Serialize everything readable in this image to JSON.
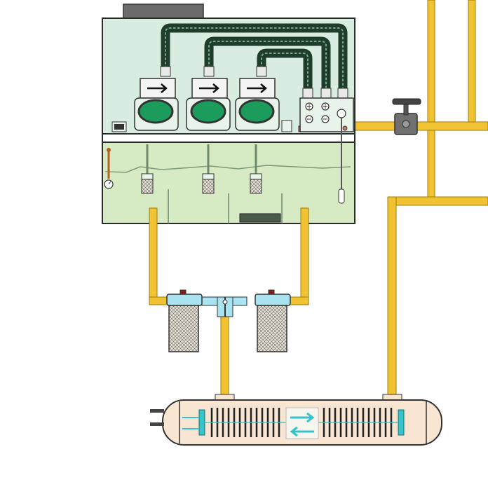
{
  "diagram": {
    "colors": {
      "background": "#ffffff",
      "pipe": "#f1c232",
      "pipe_edge": "#a07d10",
      "tank_upper": "#d8ece0",
      "tank_lower": "#d6ebc3",
      "tank_outline": "#2b2b2b",
      "hose": "#1e3d2a",
      "pump_body": "#e8f3ea",
      "pump_window": "#1c9c5c",
      "filter_cap": "#a8e3ef",
      "filter_mesh": "#d9d3c6",
      "cooler_body": "#f8e6d2",
      "cooler_accent": "#36c3c9",
      "valve": "#707070"
    },
    "components": [
      {
        "name": "tank-cover-plate",
        "icon": "rect"
      },
      {
        "name": "hydraulic-tank",
        "icon": "tank"
      },
      {
        "name": "pump-motor-1",
        "icon": "pump"
      },
      {
        "name": "pump-motor-2",
        "icon": "pump"
      },
      {
        "name": "pump-motor-3",
        "icon": "pump"
      },
      {
        "name": "valve-manifold-block",
        "icon": "manifold"
      },
      {
        "name": "level-gauge",
        "icon": "gauge"
      },
      {
        "name": "suction-strainer-1",
        "icon": "strainer"
      },
      {
        "name": "suction-strainer-2",
        "icon": "strainer"
      },
      {
        "name": "suction-strainer-3",
        "icon": "strainer"
      },
      {
        "name": "duplex-filter",
        "icon": "filter"
      },
      {
        "name": "shell-tube-cooler",
        "icon": "heat-exchanger"
      },
      {
        "name": "ball-valve",
        "icon": "valve"
      }
    ]
  }
}
